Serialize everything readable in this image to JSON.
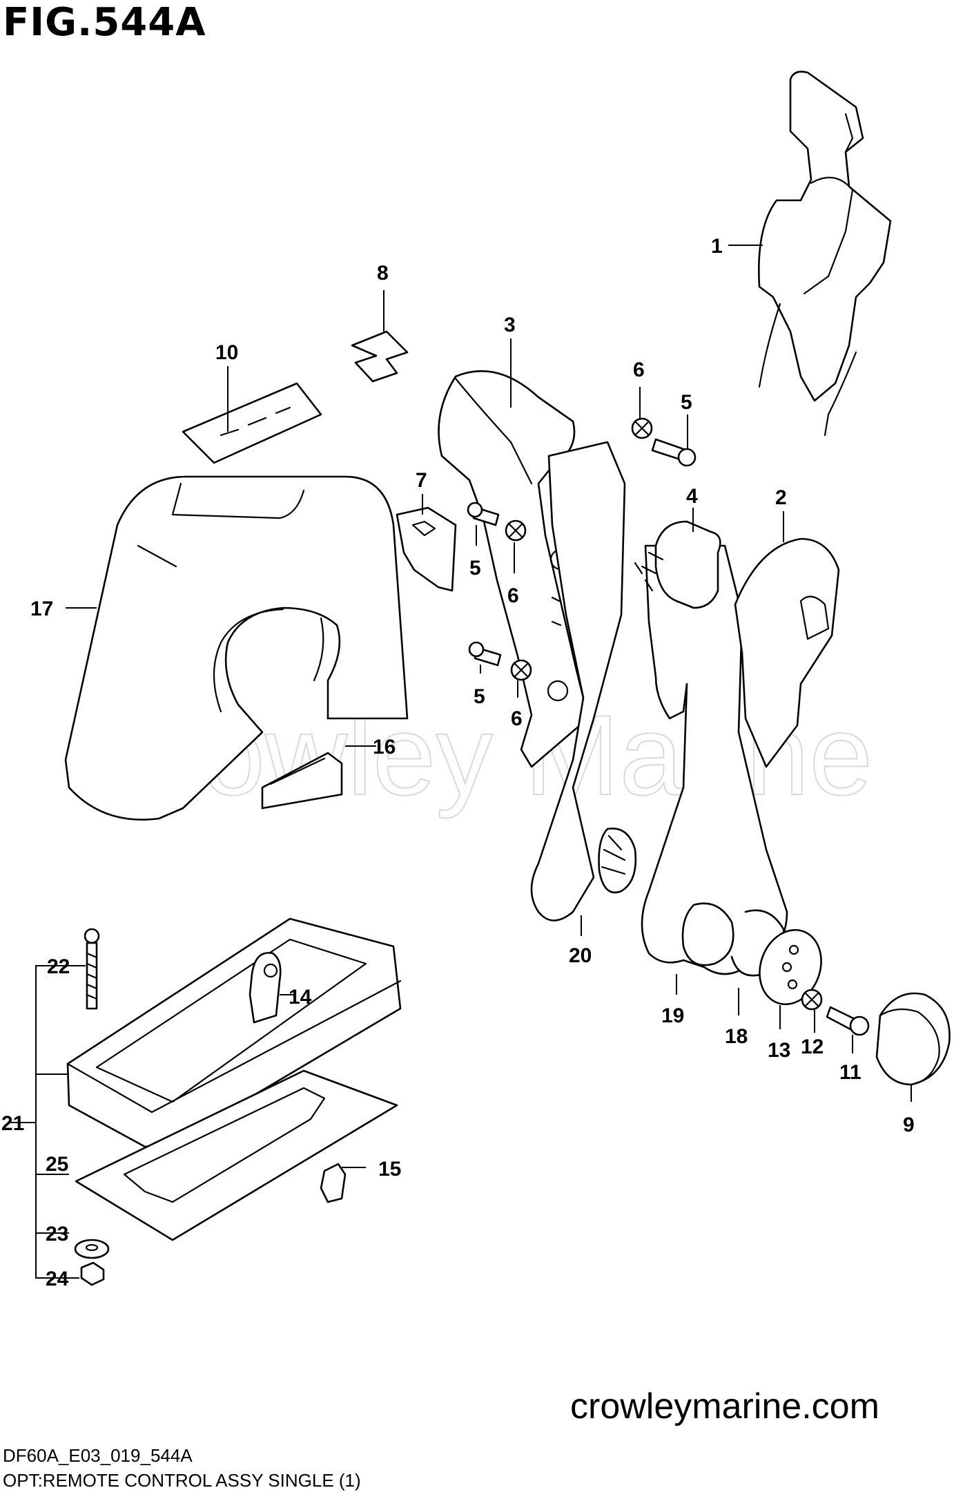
{
  "figure": {
    "title": "FIG.544A",
    "code": "DF60A_E03_019_544A",
    "subtitle": "OPT:REMOTE CONTROL ASSY SINGLE (1)",
    "website": "crowleymarine.com",
    "watermark": "Crowley Marine"
  },
  "callouts": [
    {
      "id": "1",
      "label": "1"
    },
    {
      "id": "2",
      "label": "2"
    },
    {
      "id": "3",
      "label": "3"
    },
    {
      "id": "4",
      "label": "4"
    },
    {
      "id": "5a",
      "label": "5"
    },
    {
      "id": "5b",
      "label": "5"
    },
    {
      "id": "5c",
      "label": "5"
    },
    {
      "id": "6a",
      "label": "6"
    },
    {
      "id": "6b",
      "label": "6"
    },
    {
      "id": "6c",
      "label": "6"
    },
    {
      "id": "7",
      "label": "7"
    },
    {
      "id": "8",
      "label": "8"
    },
    {
      "id": "9",
      "label": "9"
    },
    {
      "id": "10",
      "label": "10"
    },
    {
      "id": "11",
      "label": "11"
    },
    {
      "id": "12",
      "label": "12"
    },
    {
      "id": "13",
      "label": "13"
    },
    {
      "id": "14",
      "label": "14"
    },
    {
      "id": "15",
      "label": "15"
    },
    {
      "id": "16",
      "label": "16"
    },
    {
      "id": "17",
      "label": "17"
    },
    {
      "id": "18",
      "label": "18"
    },
    {
      "id": "19",
      "label": "19"
    },
    {
      "id": "20",
      "label": "20"
    },
    {
      "id": "21",
      "label": "21"
    },
    {
      "id": "22",
      "label": "22"
    },
    {
      "id": "23",
      "label": "23"
    },
    {
      "id": "24",
      "label": "24"
    },
    {
      "id": "25",
      "label": "25"
    }
  ]
}
